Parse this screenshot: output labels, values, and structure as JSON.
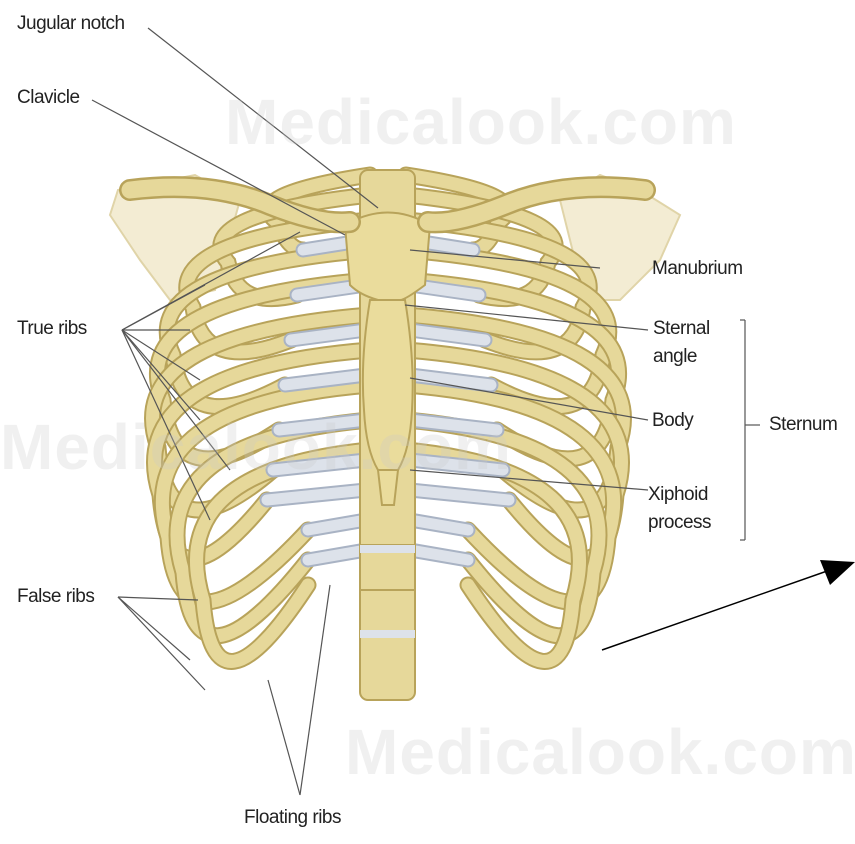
{
  "labels": {
    "jugular_notch": "Jugular notch",
    "clavicle": "Clavicle",
    "manubrium": "Manubrium",
    "true_ribs": "True ribs",
    "sternal_angle_line1": "Sternal",
    "sternal_angle_line2": "angle",
    "body": "Body",
    "sternum": "Sternum",
    "xiphoid_line1": "Xiphoid",
    "xiphoid_line2": "process",
    "false_ribs": "False ribs",
    "floating_ribs": "Floating ribs"
  },
  "watermark": {
    "text_top": "Medicalook.com",
    "text_mid": "Medicalook.com",
    "text_bottom": "Medicalook.com"
  },
  "colors": {
    "bone": "#e6d89a",
    "bone_outline": "#b8a35a",
    "cartilage": "#dde2ea",
    "cartilage_outline": "#a9b3c4",
    "scapula": "#f3ecd3",
    "line": "#555555"
  }
}
